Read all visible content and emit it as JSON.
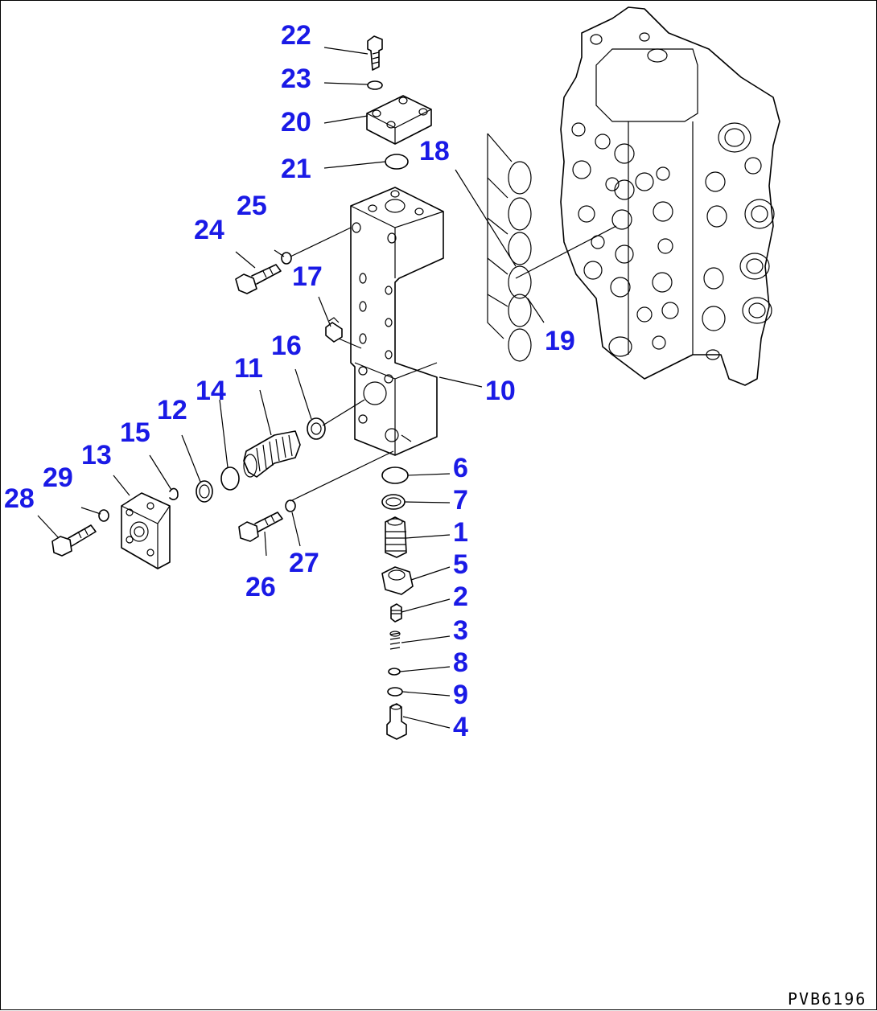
{
  "drawing_code": "PVB6196",
  "label_color": "#1a1ae6",
  "callouts": [
    "1",
    "2",
    "3",
    "4",
    "5",
    "6",
    "7",
    "8",
    "9",
    "10",
    "11",
    "12",
    "13",
    "14",
    "15",
    "16",
    "17",
    "18",
    "19",
    "20",
    "21",
    "22",
    "23",
    "24",
    "25",
    "26",
    "27",
    "28",
    "29"
  ]
}
